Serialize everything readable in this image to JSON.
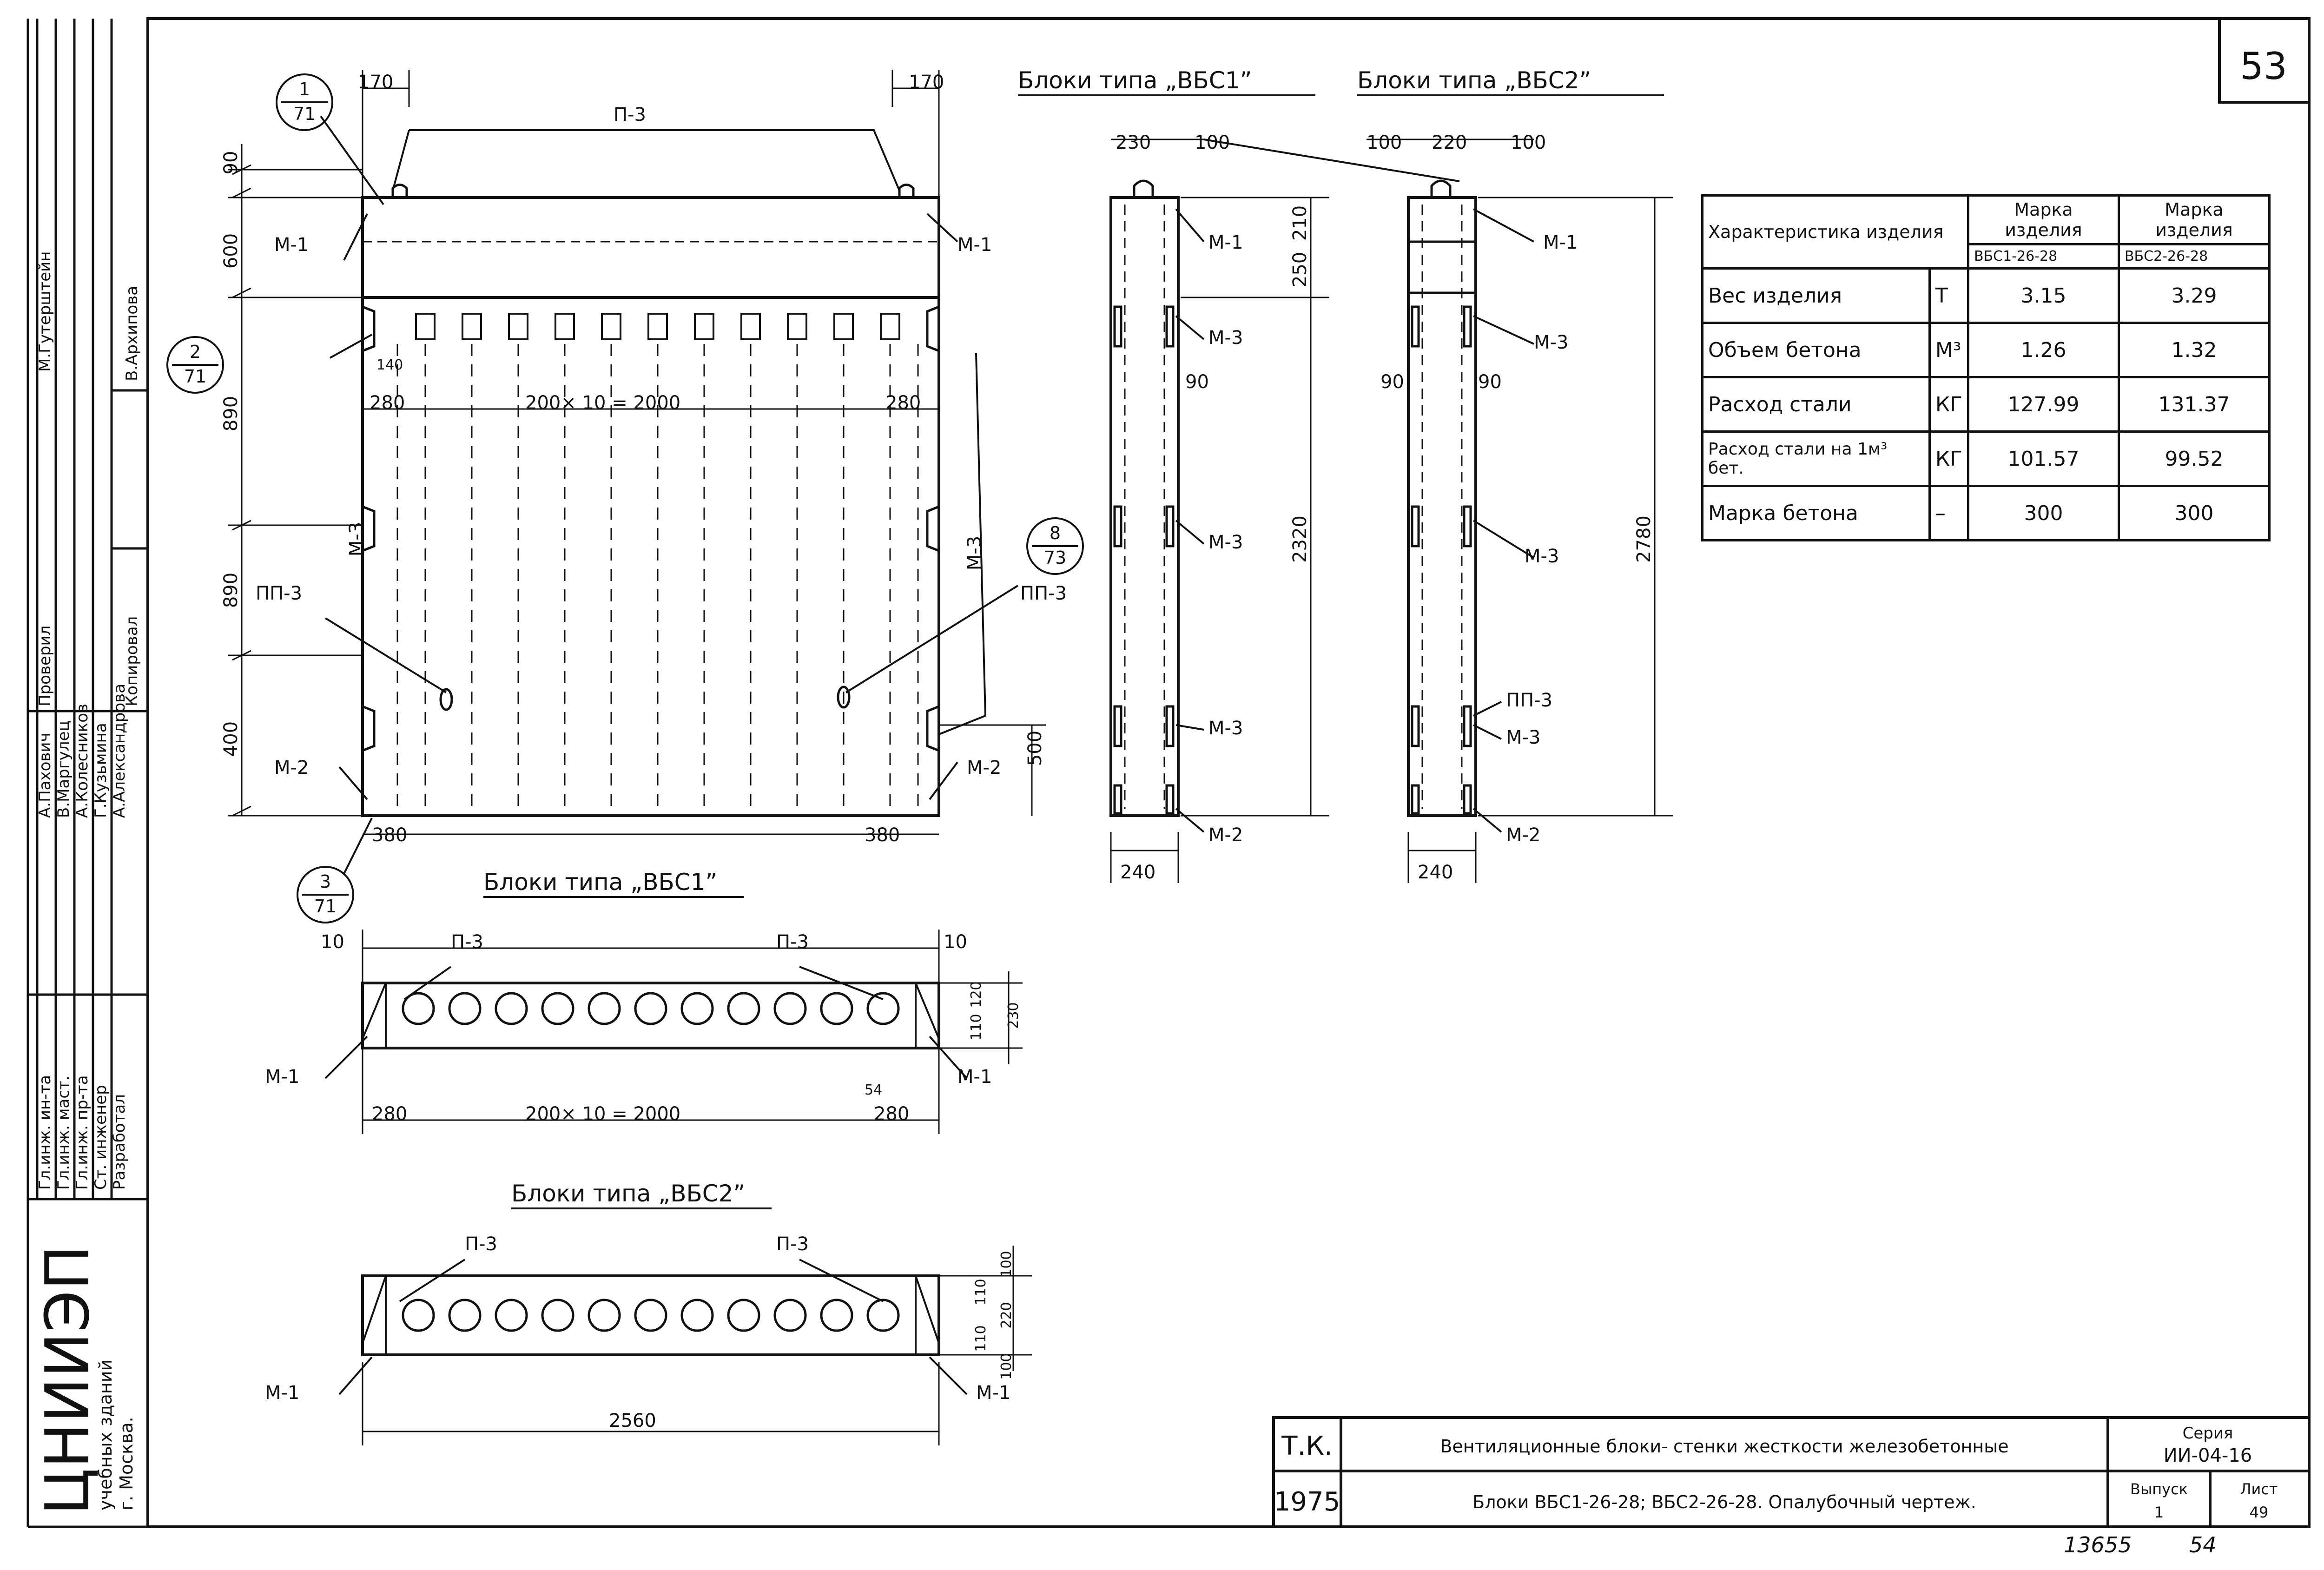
{
  "sheet": {
    "page_number": "53",
    "bottom_left_number": "13655",
    "bottom_right_number": "54"
  },
  "titles": {
    "top_vbs1": "Блоки типа „ВБС1”",
    "top_vbs2": "Блоки типа „ВБС2”",
    "plan_vbs1": "Блоки типа „ВБС1”",
    "plan_vbs2": "Блоки типа „ВБС2”"
  },
  "callouts": [
    {
      "num": "1",
      "den": "71"
    },
    {
      "num": "2",
      "den": "71"
    },
    {
      "num": "3",
      "den": "71"
    },
    {
      "num": "8",
      "den": "73"
    }
  ],
  "labels": {
    "p3": "П-3",
    "pp3": "ПП-3",
    "m1": "М-1",
    "m2": "М-2",
    "m3": "М-3"
  },
  "dims": {
    "d170": "170",
    "d90": "90",
    "d600": "600",
    "d890": "890",
    "d400": "400",
    "d500": "500",
    "d280": "280",
    "d380": "380",
    "d140": "140",
    "d200x10": "200× 10 = 2000",
    "d230": "230",
    "d100": "100",
    "d220": "220",
    "d210": "210",
    "d250": "250",
    "d2320": "2320",
    "d2780": "2780",
    "d240": "240",
    "d10": "10",
    "d120": "120",
    "d110": "110",
    "d54": "54",
    "d2560": "2560"
  },
  "table": {
    "header_char": "Характеристика изделия",
    "header_mark": "Марка изделия",
    "mark1": "ВБС1-26-28",
    "mark2": "ВБС2-26-28",
    "rows": [
      {
        "name": "Вес изделия",
        "unit": "Т",
        "v1": "3.15",
        "v2": "3.29"
      },
      {
        "name": "Объем бетона",
        "unit": "М³",
        "v1": "1.26",
        "v2": "1.32"
      },
      {
        "name": "Расход стали",
        "unit": "КГ",
        "v1": "127.99",
        "v2": "131.37"
      },
      {
        "name": "Расход стали на 1м³ бет.",
        "unit": "КГ",
        "v1": "101.57",
        "v2": "99.52"
      },
      {
        "name": "Марка бетона",
        "unit": "–",
        "v1": "300",
        "v2": "300"
      }
    ]
  },
  "title_block": {
    "tk": "Т.К.",
    "year": "1975",
    "line1": "Вентиляционные блоки- стенки жесткости железобетонные",
    "line2": "Блоки ВБС1-26-28; ВБС2-26-28. Опалубочный чертеж.",
    "series_label": "Серия",
    "series_value": "ИИ-04-16",
    "issue_label": "Выпуск",
    "issue_value": "1",
    "sheet_label": "Лист",
    "sheet_value": "49"
  },
  "side_stamp": {
    "org": "ЦНИИЭП",
    "org_sub1": "учебных зданий",
    "org_sub2": "г. Москва.",
    "roles": [
      "Гл.инж. ин-та",
      "Гл.инж. маст.",
      "Гл.инж. пр-та",
      "Ст. инженер",
      "Разработал"
    ],
    "names": [
      "А.Пахович",
      "В.Маргулец",
      "А.Колесников",
      "Г.Кузьмина",
      "А.Александрова"
    ],
    "checked_label": "Проверил",
    "checked_name": "М.Гутерштейн",
    "copied_label": "Копировал",
    "copied_name": "В.Архипова"
  }
}
